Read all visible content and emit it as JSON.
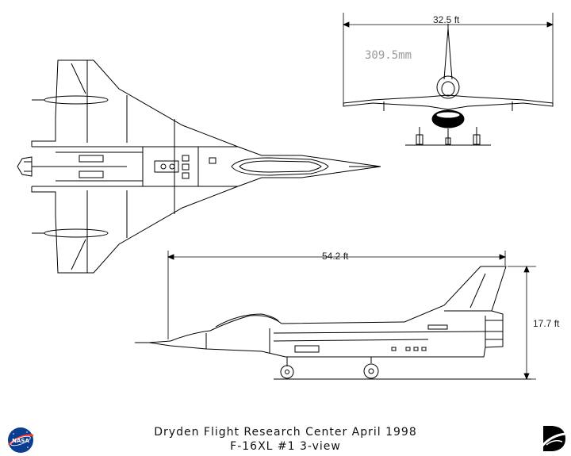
{
  "dimensions": {
    "span": "32.5 ft",
    "length": "54.2 ft",
    "height": "17.7 ft"
  },
  "scale_note": "309.5mm",
  "caption": {
    "line1": "Dryden Flight Research Center  April 1998",
    "line2": "F-16XL #1 3-view"
  },
  "logos": {
    "nasa": "NASA",
    "nasa_icon": "nasa-meatball-icon",
    "dryden_icon": "dryden-logo-icon"
  },
  "colors": {
    "line": "#000000",
    "scale_text": "#9a9a9a",
    "nasa_blue": "#0b3d91",
    "nasa_red": "#fc3d21"
  }
}
